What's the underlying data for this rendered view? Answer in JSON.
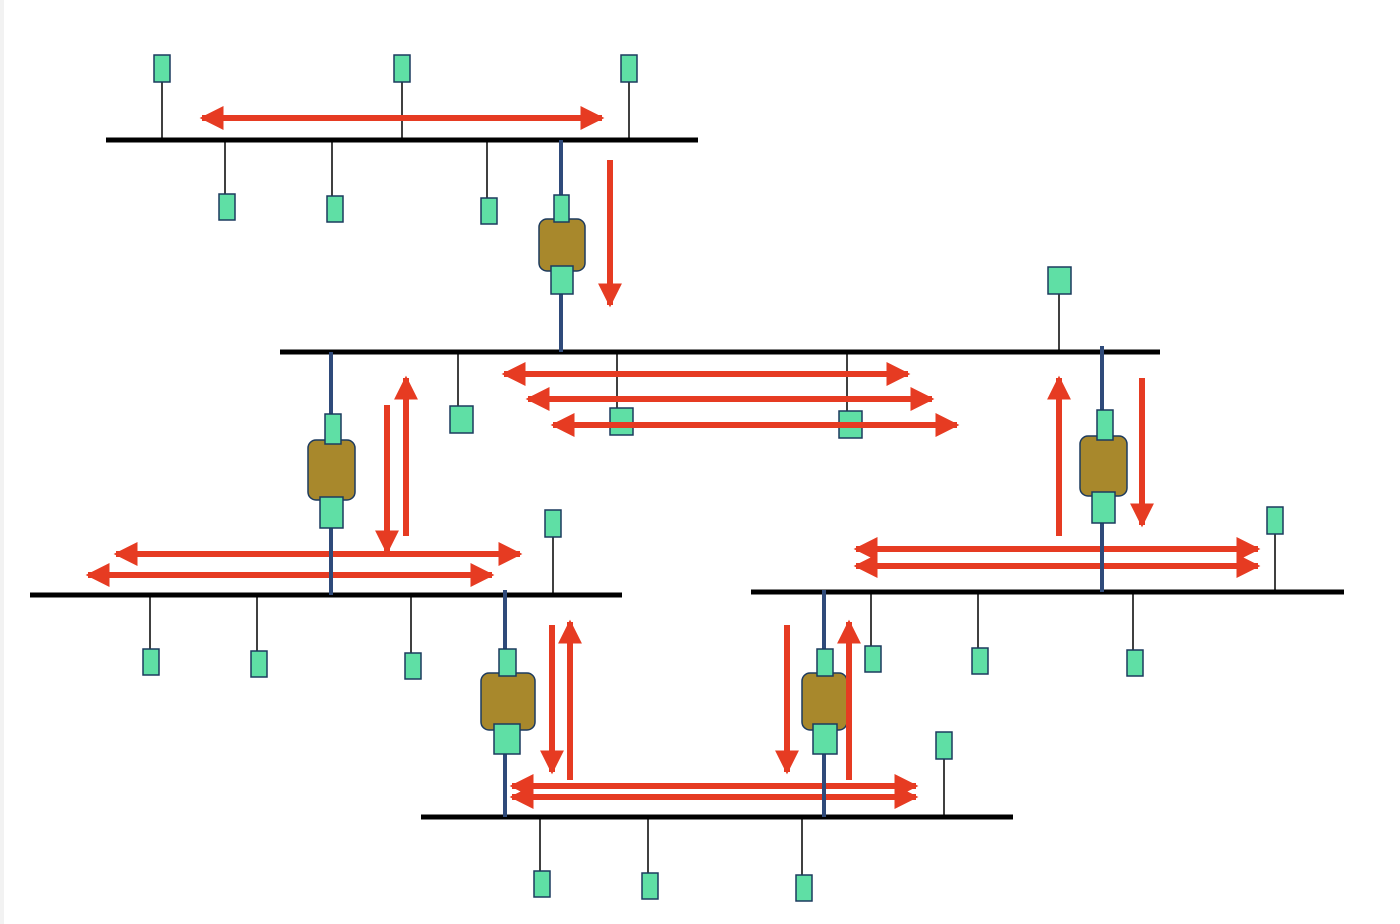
{
  "diagram": {
    "description_labels": [],
    "colors": {
      "background": "#ffffff",
      "segment_line": "#000000",
      "host_fill": "#5fdfa5",
      "host_stroke": "#1c3a5e",
      "bridge_body": "#a8882c",
      "bridge_link": "#2f4a7a",
      "frame_arrow": "#e63b22"
    },
    "segments": [
      "segment-top",
      "segment-middle",
      "segment-left",
      "segment-right",
      "segment-bottom"
    ],
    "bridges": [
      "bridge-top-middle",
      "bridge-middle-left",
      "bridge-middle-right",
      "bridge-left-bottom",
      "bridge-right-bottom"
    ]
  }
}
